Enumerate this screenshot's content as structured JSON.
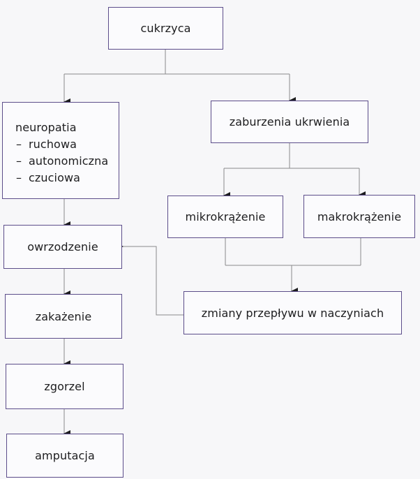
{
  "diagram": {
    "nodes": {
      "cukrzyca": "cukrzyca",
      "neuropatia": {
        "title": "neuropatia",
        "items": [
          {
            "dash": "–",
            "label": "ruchowa"
          },
          {
            "dash": "–",
            "label": "autonomiczna"
          },
          {
            "dash": "–",
            "label": "czuciowa"
          }
        ]
      },
      "zaburzenia_ukrwienia": "zaburzenia ukrwienia",
      "mikrokrazenie": "mikrokrążenie",
      "makrokrazenie": "makrokrążenie",
      "owrzodzenie": "owrzodzenie",
      "zmiany_przeplywu": "zmiany przepływu w naczyniach",
      "zakazenie": "zakażenie",
      "zgorzel": "zgorzel",
      "amputacja": "amputacja"
    },
    "colors": {
      "box_border": "#5c4d8a",
      "line": "#8a8a8a",
      "arrow": "#1d1d1f"
    }
  }
}
